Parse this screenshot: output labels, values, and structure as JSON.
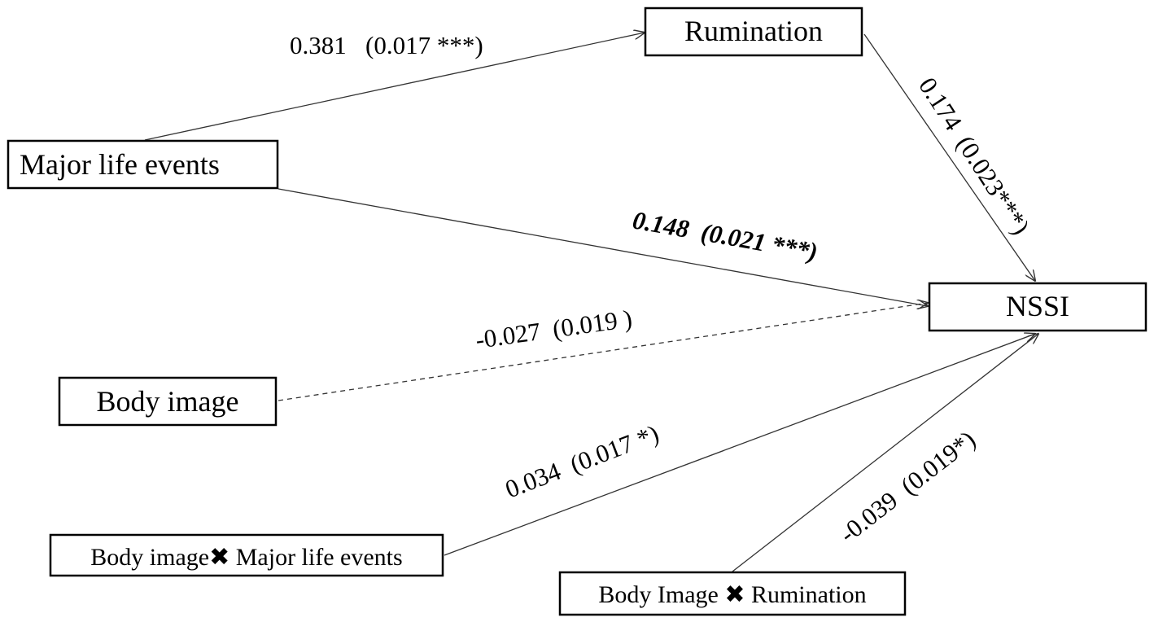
{
  "nodes": {
    "rumination": "Rumination",
    "major_life_events": "Major life events",
    "nssi": "NSSI",
    "body_image": "Body image",
    "body_image_x_major_life_events": "Body image✖ Major life events",
    "body_image_x_rumination": "Body Image ✖ Rumination"
  },
  "paths": {
    "major_life_events_to_rumination": "0.381   (0.017 ***)",
    "rumination_to_nssi": "0.174  (0.023***)",
    "major_life_events_to_nssi": "0.148  (0.021 ***)",
    "body_image_to_nssi": "-0.027  (0.019 )",
    "body_image_x_major_life_events_to_nssi": "0.034  (0.017 *)",
    "body_image_x_rumination_to_nssi": "-0.039  (0.019*)"
  },
  "paths_significance": {
    "body_image_to_nssi": "not significant (dashed line)"
  }
}
